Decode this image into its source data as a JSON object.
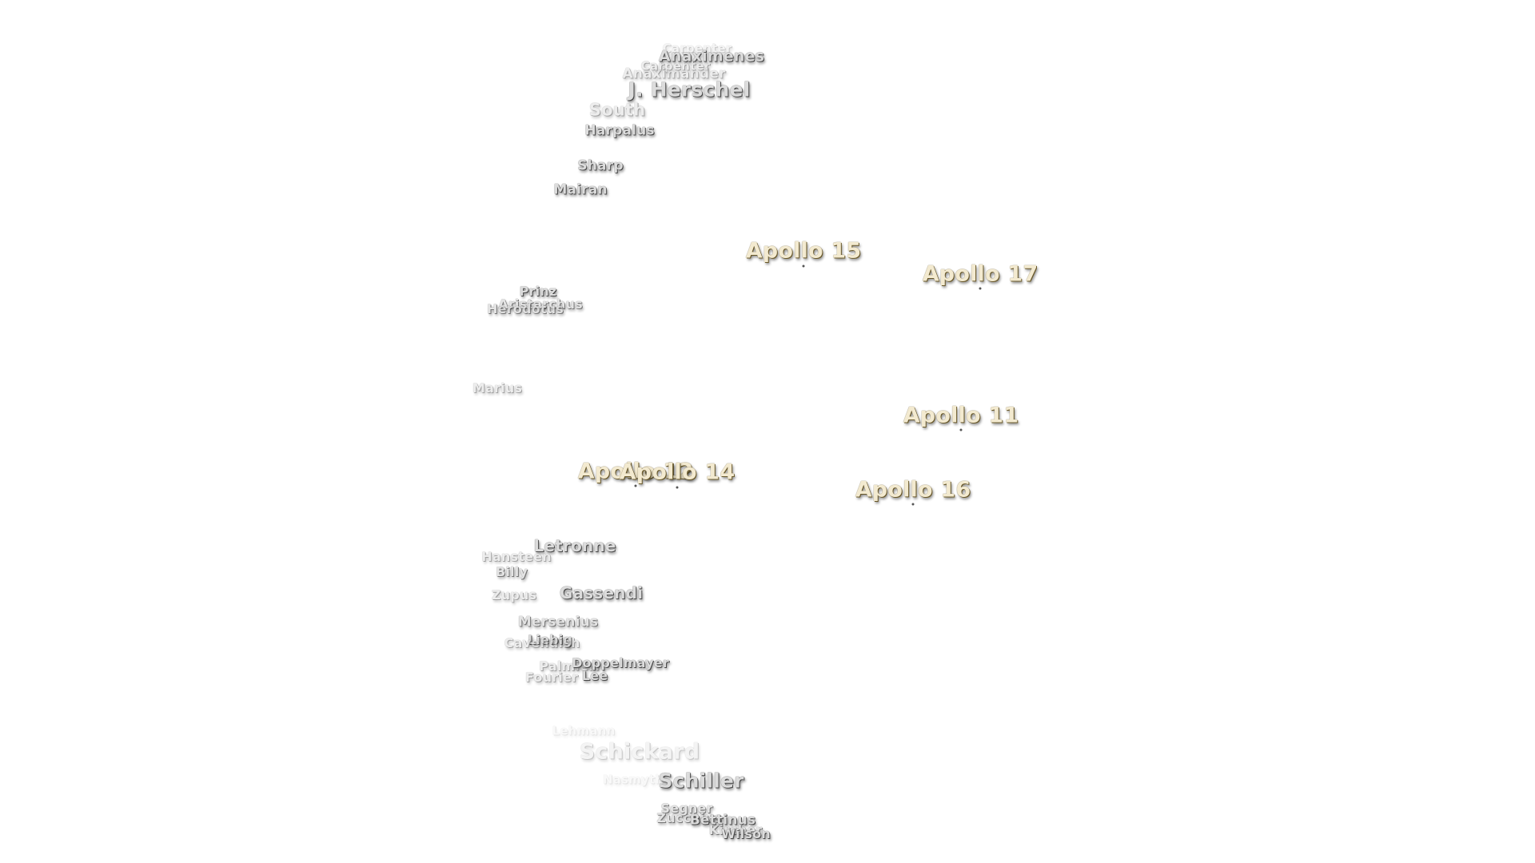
{
  "landing_sites": [
    {
      "label": "Apollo 15"
    },
    {
      "label": "Apollo 17"
    },
    {
      "label": "Apollo 11"
    },
    {
      "label": "Apollo 12"
    },
    {
      "label": "Apollo 14"
    },
    {
      "label": "Apollo 16"
    }
  ],
  "craters": [
    {
      "label": "Anaximenes"
    },
    {
      "label": "Carpenter"
    },
    {
      "label": "Anaximander"
    },
    {
      "label": "J. Herschel"
    },
    {
      "label": "South"
    },
    {
      "label": "Harpalus"
    },
    {
      "label": "Sharp"
    },
    {
      "label": "Mairan"
    },
    {
      "label": "Prinz"
    },
    {
      "label": "Aristarchus"
    },
    {
      "label": "Herodotus"
    },
    {
      "label": "Marius"
    },
    {
      "label": "Letronne"
    },
    {
      "label": "Hansteen"
    },
    {
      "label": "Billy"
    },
    {
      "label": "Zupus"
    },
    {
      "label": "Gassendi"
    },
    {
      "label": "Mersenius"
    },
    {
      "label": "Liebig"
    },
    {
      "label": "Cavendish"
    },
    {
      "label": "Doppelmayer"
    },
    {
      "label": "Palmieri"
    },
    {
      "label": "Lee"
    },
    {
      "label": "Fourier"
    },
    {
      "label": "Lehmann"
    },
    {
      "label": "Schickard"
    },
    {
      "label": "Nasmyth"
    },
    {
      "label": "Schiller"
    },
    {
      "label": "Segner"
    },
    {
      "label": "Zucchius"
    },
    {
      "label": "Bettinus"
    },
    {
      "label": "Kircher"
    },
    {
      "label": "Wilson"
    }
  ]
}
